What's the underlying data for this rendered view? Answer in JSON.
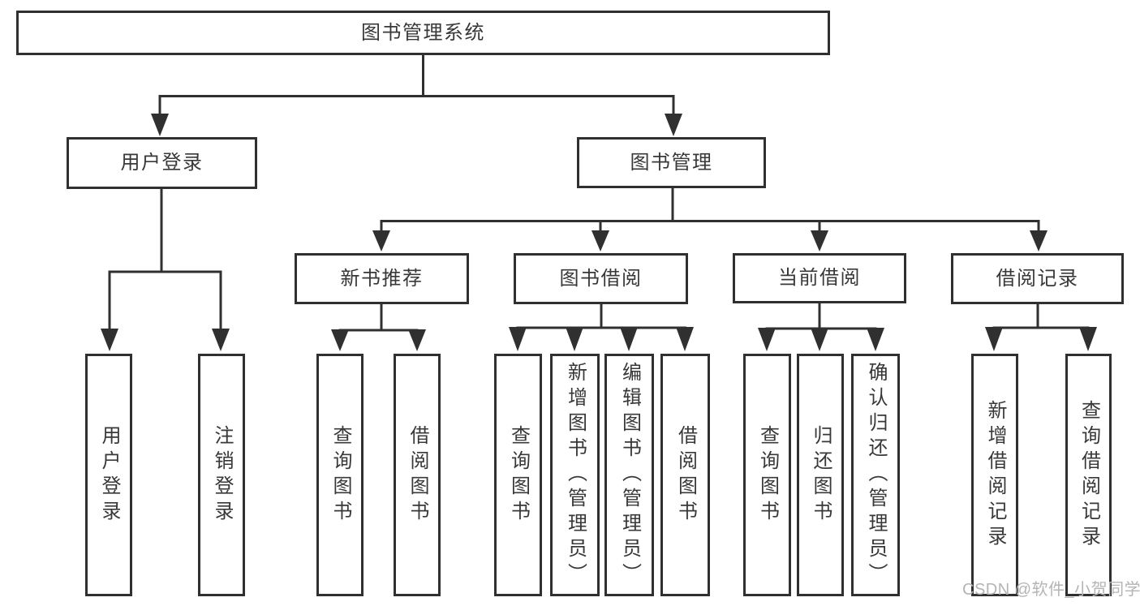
{
  "tree": {
    "label": "图书管理系统",
    "children": [
      {
        "label": "用户登录",
        "children": [
          {
            "label": "用户登录"
          },
          {
            "label": "注销登录"
          }
        ]
      },
      {
        "label": "图书管理",
        "children": [
          {
            "label": "新书推荐",
            "children": [
              {
                "label": "查询图书"
              },
              {
                "label": "借阅图书"
              }
            ]
          },
          {
            "label": "图书借阅",
            "children": [
              {
                "label": "查询图书"
              },
              {
                "label": "新增图书（管理员）"
              },
              {
                "label": "编辑图书（管理员）"
              },
              {
                "label": "借阅图书"
              }
            ]
          },
          {
            "label": "当前借阅",
            "children": [
              {
                "label": "查询图书"
              },
              {
                "label": "归还图书"
              },
              {
                "label": "确认归还（管理员）"
              }
            ]
          },
          {
            "label": "借阅记录",
            "children": [
              {
                "label": "新增借阅记录"
              },
              {
                "label": "查询借阅记录"
              }
            ]
          }
        ]
      }
    ]
  },
  "watermark": {
    "text": "CSDN @软件_小贺同学"
  },
  "colors": {
    "line": "#303030",
    "text": "#383838",
    "box_background": "#ffffff",
    "page_background": "#ffffff",
    "watermark": "#b4b4b4"
  }
}
